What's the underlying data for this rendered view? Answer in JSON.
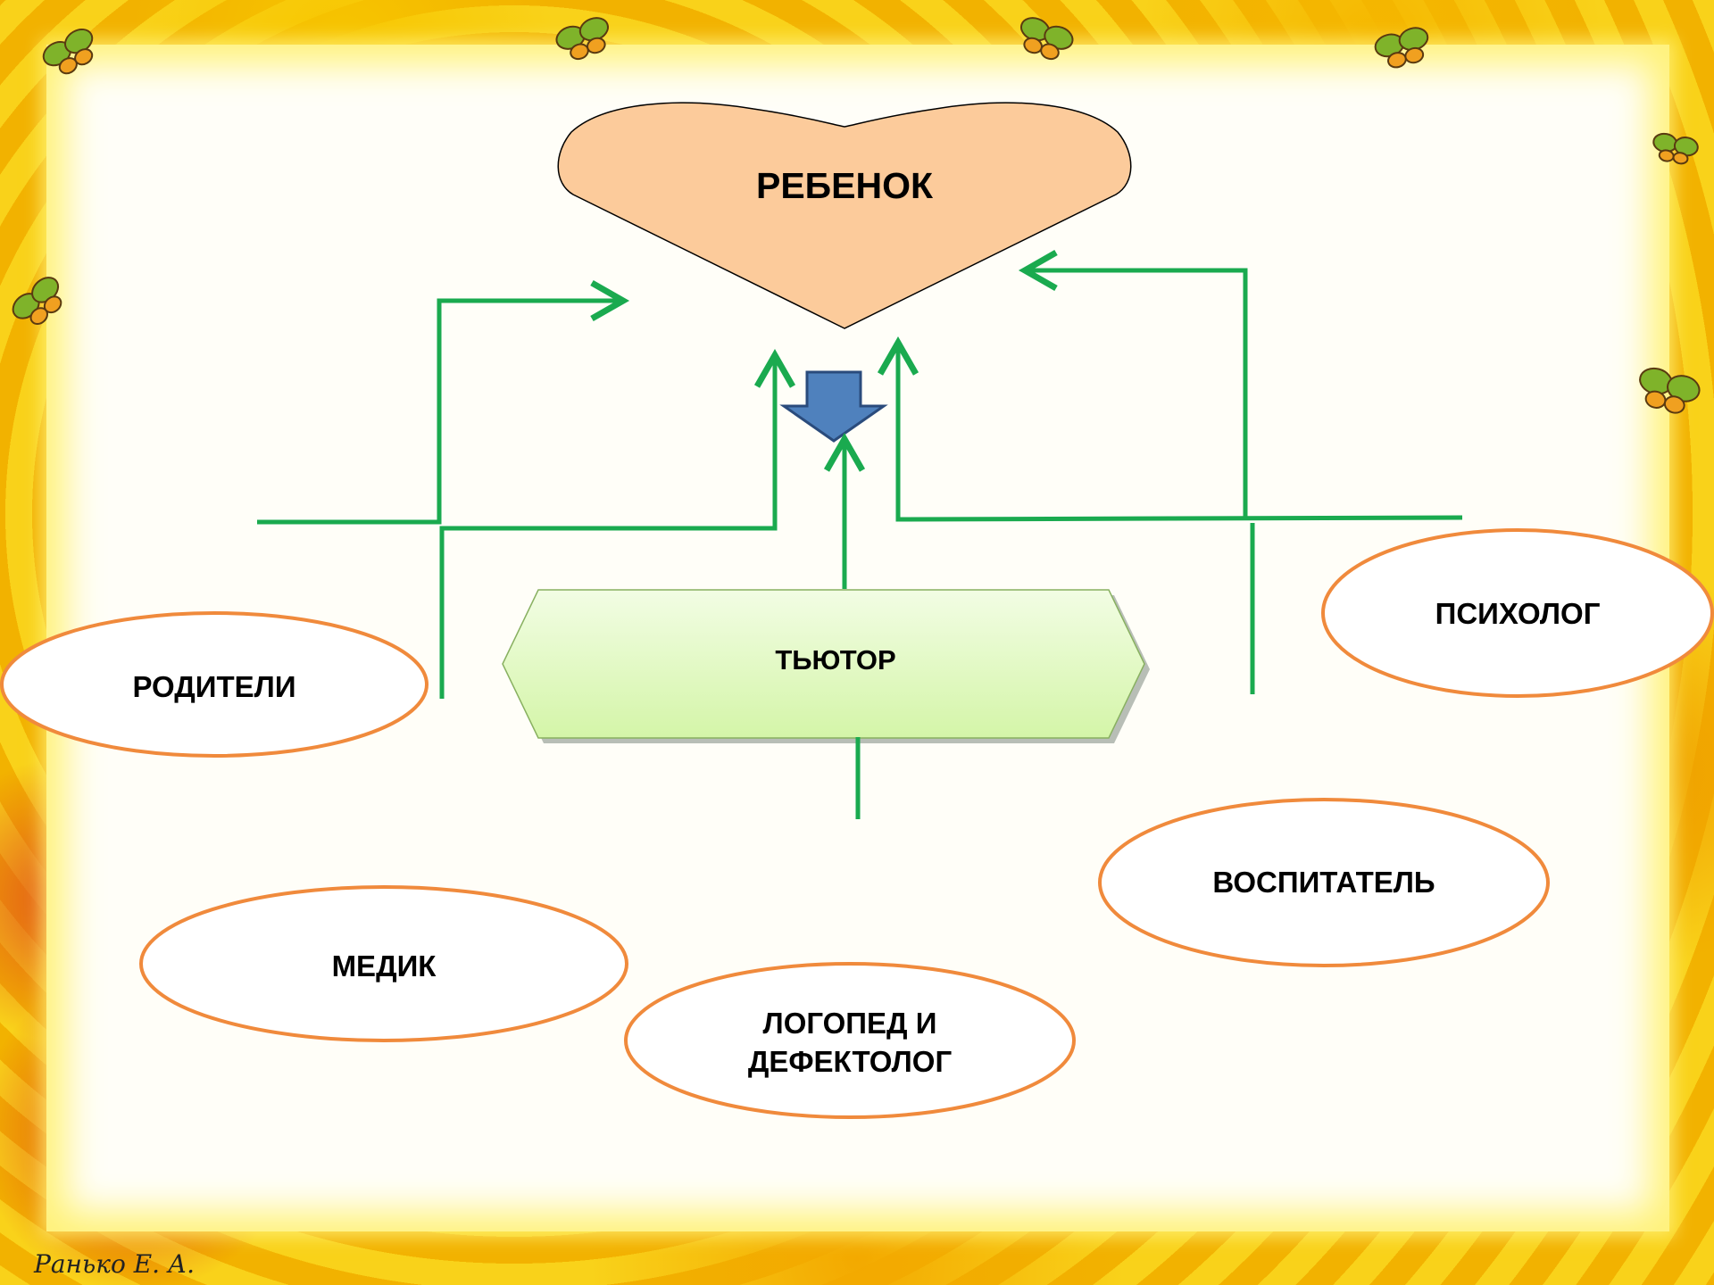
{
  "nodes": {
    "child": "РЕБЕНОК",
    "tutor": "ТЬЮТОР",
    "parents": "РОДИТЕЛИ",
    "psychologist": "ПСИХОЛОГ",
    "educator": "ВОСПИТАТЕЛЬ",
    "medic": "МЕДИК",
    "speech": "ЛОГОПЕД И\nДЕФЕКТОЛОГ"
  },
  "signature": "Ранько Е. А.",
  "colors": {
    "heart_fill": "#fccb9b",
    "ellipse_stroke": "#f08a3c",
    "connector": "#1aaa4f",
    "down_arrow": "#4f81bd",
    "tutor_fill": "#dff7c2"
  }
}
